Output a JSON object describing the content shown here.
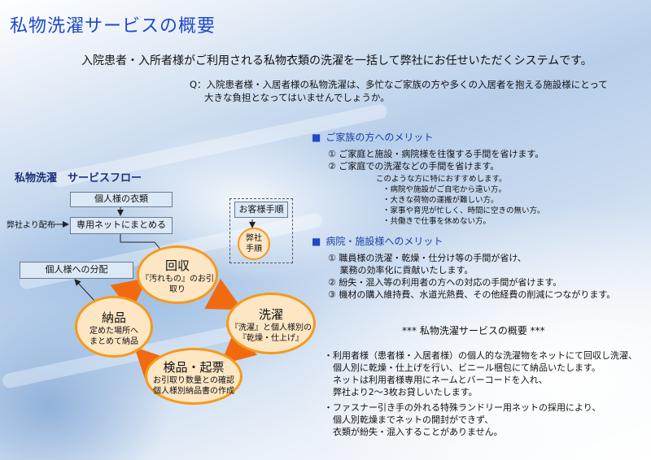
{
  "title": "私物洗濯サービスの概要",
  "lead": "入院患者・入所者様がご利用される私物衣類の洗濯を一括して弊社にお任せいただくシステムです。",
  "question": {
    "line1": "Q：入院患者様・入居者様の私物洗濯は、多忙なご家族の方や多くの入居者を抱える施設様にとって",
    "line2": "大きな負担となってはいませんでしょうか。"
  },
  "family_merit": {
    "heading": "ご家族の方へのメリット",
    "items": [
      "① ご家庭と施設・病院様を往復する手間を省けます。",
      "② ご家庭での洗濯などの手間を省けます。"
    ],
    "recommend_head": "このような方に特におすすめします。",
    "recommend": [
      "・病院や施設がご自宅から遠い方。",
      "・大きな荷物の運搬が難しい方。",
      "・家事や育児が忙しく、時間に空きの無い方。",
      "・共働きで仕事を休めない方。"
    ]
  },
  "facility_merit": {
    "heading": "病院・施設様へのメリット",
    "items": [
      "① 職員様の洗濯・乾燥・仕分け等の手間が省け、",
      "　 業務の効率化に貢献いたします。",
      "② 紛失・混入等の利用者の方への対応の手間が省けます。",
      "③ 機材の購入維持費、水道光熱費、その他経費の削減につながります。"
    ]
  },
  "summary": {
    "heading": "*** 私物洗濯サービスの概要 ***",
    "block1": [
      "・利用者様（患者様・入居者様）の個人的な洗濯物をネットにて回収し洗濯、",
      "　個人別に乾燥・仕上げを行い、ビニール梱包にて納品いたします。",
      "　ネットは利用者様専用にネームとバーコードを入れ、",
      "　弊社より2～3枚お貸しいたします。"
    ],
    "block2": [
      "・ファスナー引き手の外れる特殊ランドリー用ネットの採用により、",
      "　個人別乾燥までネットの開封ができず、",
      "　衣類が紛失・混入することがありません。"
    ]
  },
  "flow": {
    "title": "私物洗濯　サービスフロー",
    "personal_clothes": "個人様の衣類",
    "net_pack": "専用ネットにまとめる",
    "from_company": "弊社より配布",
    "distribution": "個人様への分配",
    "customer_proc": "お客様手順",
    "company_proc_1": "弊社",
    "company_proc_2": "手順",
    "collect": {
      "title": "回収",
      "desc": "『汚れもの』のお引取り"
    },
    "wash": {
      "title": "洗濯",
      "desc1": "『洗濯』と個人様別の",
      "desc2": "『乾燥・仕上げ』"
    },
    "inspect": {
      "title": "検品・起票",
      "desc1": "お引取り数量との確認",
      "desc2": "個人様別納品書の作成"
    },
    "deliver": {
      "title": "納品",
      "desc1": "定めた場所へ",
      "desc2": "まとめて納品"
    }
  },
  "colors": {
    "title_blue": "#1e48c8",
    "orange": "#f59a1c",
    "circle_fill": "#fde6c4",
    "box_fill": "#dbe8f5"
  }
}
